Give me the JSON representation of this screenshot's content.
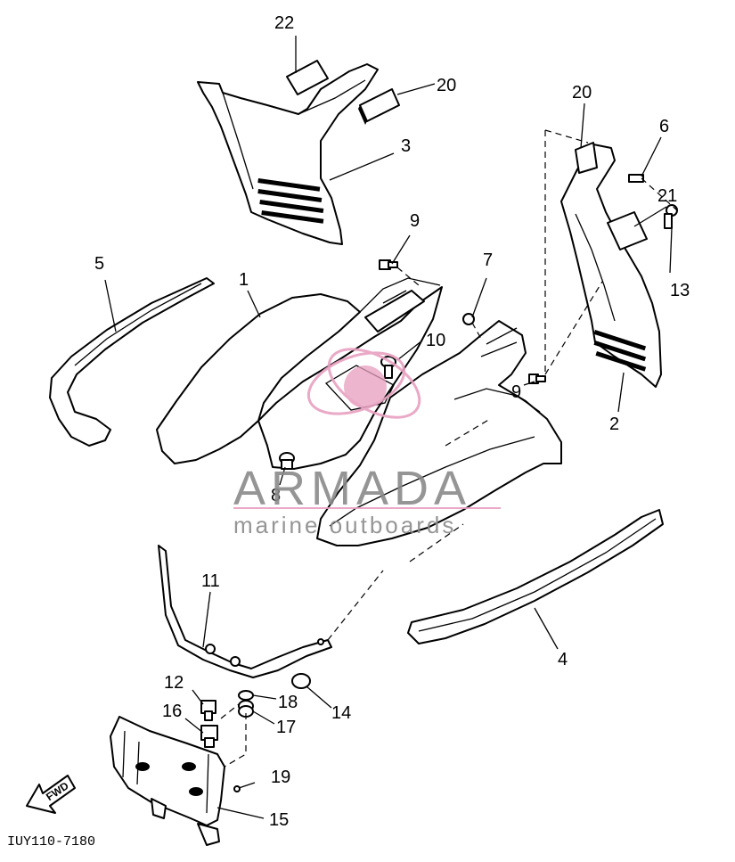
{
  "diagram": {
    "callouts": [
      {
        "id": "c22a",
        "text": "22"
      },
      {
        "id": "c20a",
        "text": "20"
      },
      {
        "id": "c3",
        "text": "3"
      },
      {
        "id": "c20b",
        "text": "20"
      },
      {
        "id": "c6",
        "text": "6"
      },
      {
        "id": "c21",
        "text": "21"
      },
      {
        "id": "c13",
        "text": "13"
      },
      {
        "id": "c9a",
        "text": "9"
      },
      {
        "id": "c7",
        "text": "7"
      },
      {
        "id": "c5",
        "text": "5"
      },
      {
        "id": "c1",
        "text": "1"
      },
      {
        "id": "c10",
        "text": "10"
      },
      {
        "id": "c9b",
        "text": "9"
      },
      {
        "id": "c2",
        "text": "2"
      },
      {
        "id": "c8",
        "text": "8"
      },
      {
        "id": "c11",
        "text": "11"
      },
      {
        "id": "c4",
        "text": "4"
      },
      {
        "id": "c12",
        "text": "12"
      },
      {
        "id": "c18",
        "text": "18"
      },
      {
        "id": "c14",
        "text": "14"
      },
      {
        "id": "c16",
        "text": "16"
      },
      {
        "id": "c17",
        "text": "17"
      },
      {
        "id": "c19",
        "text": "19"
      },
      {
        "id": "c15",
        "text": "15"
      }
    ],
    "fwd_label": "FWD",
    "drawing_code": "IUY110-7180"
  },
  "watermark": {
    "brand": "ARMADA",
    "tagline": "marine outboards",
    "accent_color": "#e8a0c0",
    "text_color": "#8a8a8a"
  }
}
